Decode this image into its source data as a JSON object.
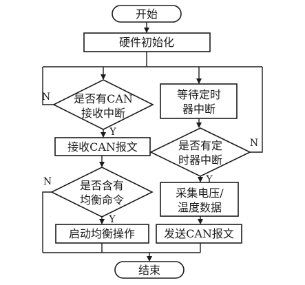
{
  "flowchart": {
    "start": "开始",
    "init": "硬件初始化",
    "can_check": [
      "是否有CAN",
      "接收中断"
    ],
    "wait_timer": [
      "等待定时",
      "器中断"
    ],
    "recv_can": "接收CAN报文",
    "timer_check": [
      "是否有定",
      "时器中断"
    ],
    "balance_check": [
      "是否含有",
      "均衡命令"
    ],
    "collect": [
      "采集电压/",
      "温度数据"
    ],
    "start_balance": "启动均衡操作",
    "send_can": "发送CAN报文",
    "end": "结束"
  },
  "edge_labels": {
    "can_no": "N",
    "can_yes": "Y",
    "timer_no": "N",
    "timer_yes": "Y",
    "balance_no": "N",
    "balance_yes": "Y"
  }
}
